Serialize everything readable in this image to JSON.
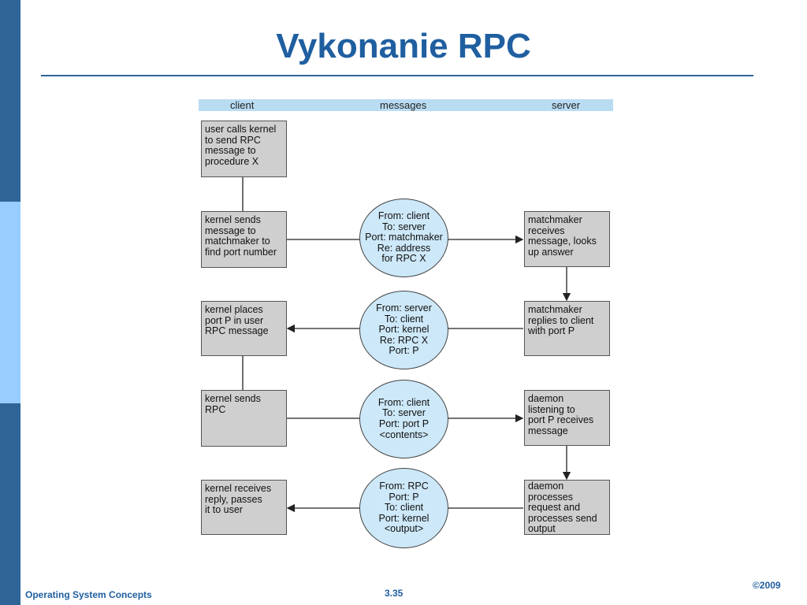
{
  "slide": {
    "title": "Vykonanie RPC",
    "footer_left": "Operating System Concepts",
    "footer_center": "3.35",
    "footer_right": "©2009"
  },
  "diagram": {
    "headers": {
      "client": "client",
      "messages": "messages",
      "server": "server"
    },
    "client_steps": [
      [
        "user calls kernel",
        "to send RPC",
        "message to",
        "procedure X"
      ],
      [
        "kernel sends",
        "message to",
        "matchmaker to",
        "find port number"
      ],
      [
        "kernel places",
        "port P in user",
        "RPC message"
      ],
      [
        "kernel sends",
        "RPC"
      ],
      [
        "kernel receives",
        "reply, passes",
        "it to user"
      ]
    ],
    "messages": [
      [
        "From: client",
        "To: server",
        "Port: matchmaker",
        "Re: address",
        "for RPC X"
      ],
      [
        "From: server",
        "To: client",
        "Port: kernel",
        "Re: RPC X",
        "Port: P"
      ],
      [
        "From: client",
        "To: server",
        "Port: port P",
        "<contents>"
      ],
      [
        "From: RPC",
        "Port: P",
        "To: client",
        "Port: kernel",
        "<output>"
      ]
    ],
    "server_steps": [
      [
        "matchmaker",
        "receives",
        "message, looks",
        "up answer"
      ],
      [
        "matchmaker",
        "replies to client",
        "with port P"
      ],
      [
        "daemon",
        "listening to",
        "port P receives",
        "message"
      ],
      [
        "daemon",
        "processes",
        "request and",
        "processes send",
        "output"
      ]
    ]
  }
}
